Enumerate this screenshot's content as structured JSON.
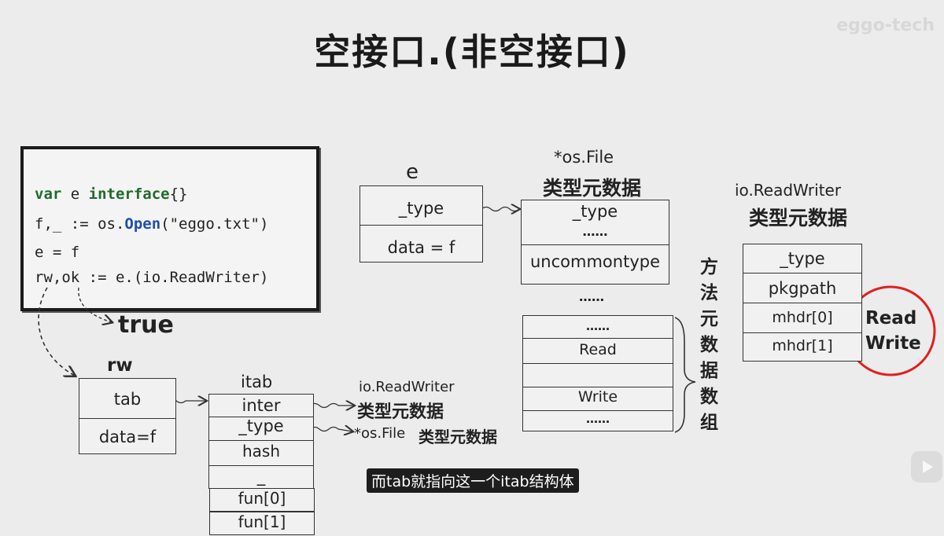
{
  "title": "空接口.(非空接口)",
  "watermark": "eggo-tech",
  "code": {
    "line1_kw": "var",
    "line1_name": " e ",
    "line1_kw2": "interface",
    "line1_tail": "{}",
    "line2_pre": "f,_ := os.",
    "line2_fn": "Open",
    "line2_post": "(\"eggo.txt\")",
    "line3": "e = f",
    "line4": "rw,ok := e.(io.ReadWriter)"
  },
  "true_label": "true",
  "eface": {
    "name": "e",
    "fields": [
      "_type",
      "data = f"
    ]
  },
  "osfile_meta": {
    "name": "*os.File",
    "subtitle": "类型元数据",
    "fields": [
      "_type",
      "……",
      "uncommontype"
    ],
    "gap": "……",
    "methods": [
      "……",
      "Read",
      "",
      "Write",
      "……"
    ],
    "method_array_label": "方法元数据数组"
  },
  "iorw_meta": {
    "name": "io.ReadWriter",
    "subtitle": "类型元数据",
    "fields": [
      "_type",
      "pkgpath",
      "mhdr[0]",
      "mhdr[1]"
    ],
    "circled": [
      "Read",
      "Write"
    ]
  },
  "rw": {
    "name": "rw",
    "fields": [
      "tab",
      "data=f"
    ]
  },
  "itab": {
    "name": "itab",
    "fields": [
      "inter",
      "_type",
      "hash",
      "_",
      "fun[0]",
      "fun[1]"
    ]
  },
  "itab_refs": {
    "inter_target_name": "io.ReadWriter",
    "inter_target_sub": "类型元数据",
    "type_target_name": "*os.File",
    "type_target_sub": "类型元数据"
  },
  "subtitle": "而tab就指向这一个itab结构体",
  "colors": {
    "keyword": "#1f6b2b",
    "func": "#1f4fa8",
    "circle": "#e02020"
  }
}
